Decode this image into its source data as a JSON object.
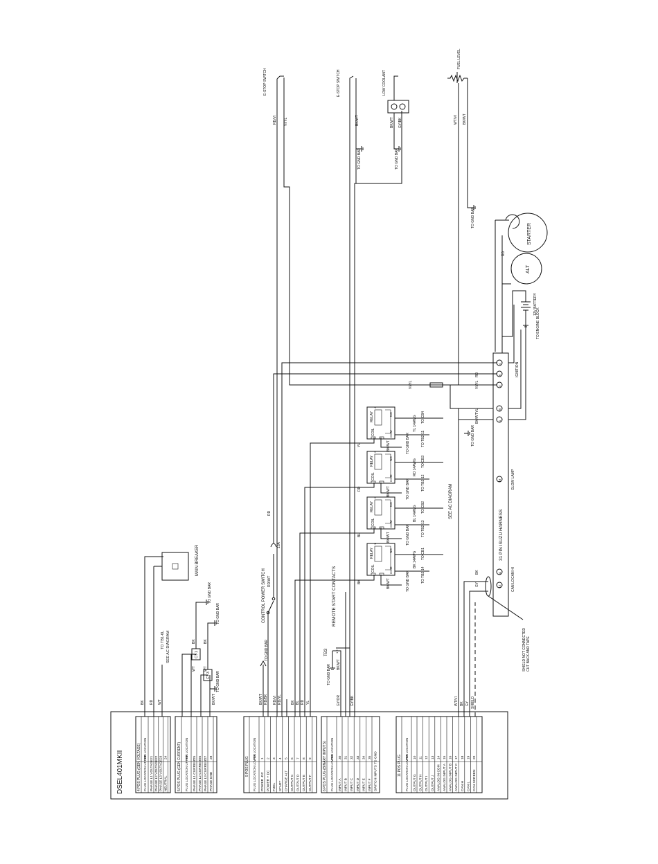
{
  "controller": {
    "title": "DSEL401MKII",
    "plug4": {
      "title": "4 POS PLUG (GEN VOLTAGE)",
      "col_a": "PLUG LOCATION UPPER",
      "col_b": "PIN LOCATION",
      "rows": [
        {
          "label": "PHASE L1 VOLTAGE",
          "pin": "21"
        },
        {
          "label": "PHASE L2 VOLTAGE",
          "pin": "22"
        },
        {
          "label": "PHASE L3 VOLTAGE",
          "pin": "23"
        },
        {
          "label": "NEUTRAL",
          "pin": "24"
        }
      ]
    },
    "plug5": {
      "title": "5 POS PLUG (GEN CURRENT)",
      "col_a": "PLUG LOCATION UPPER",
      "col_b": "PIN LOCATION",
      "rows": [
        {
          "label": "PHASE L1 CURRENT",
          "pin": "25"
        },
        {
          "label": "PHASE L2 CURRENT",
          "pin": "26"
        },
        {
          "label": "PHASE L3 CURRENT",
          "pin": "27"
        },
        {
          "label": "PHASE GND",
          "pin": "28"
        }
      ]
    },
    "plug9": {
      "title": "9 POS PLUG",
      "col_a": "PLUG LOCATION LOWER",
      "col_b": "PIN LOCATION",
      "rows": [
        {
          "label": "POWER -DC",
          "pin": "1"
        },
        {
          "label": "POWER + DC",
          "pin": "2"
        },
        {
          "label": "FUEL",
          "pin": "3"
        },
        {
          "label": "START",
          "pin": "4"
        },
        {
          "label": "CHARGE ALT",
          "pin": "5"
        },
        {
          "label": "OUTPUT C",
          "pin": "6"
        },
        {
          "label": "OUTPUT D",
          "pin": "7"
        },
        {
          "label": "OUTPUT E",
          "pin": "8"
        },
        {
          "label": "OUTPUT F",
          "pin": "9"
        }
      ]
    },
    "plug6": {
      "title": "6 POS PLUG (BINARY INPUTS)",
      "col_a": "PLUG LOCATION LOWER",
      "col_b": "PIN LOCATION",
      "rows": [
        {
          "label": "INPUT A",
          "pin": "30"
        },
        {
          "label": "INPUT B",
          "pin": "31"
        },
        {
          "label": "INPUT C",
          "pin": "32"
        },
        {
          "label": "INPUT D",
          "pin": "33"
        },
        {
          "label": "INPUT E",
          "pin": "34"
        },
        {
          "label": "INPUT F",
          "pin": "35"
        }
      ],
      "note": "SWITCH INPUTS TO GND"
    },
    "plug11": {
      "title": "11 POS PLUG",
      "col_a": "PLUG LOCATION LOWER",
      "col_b": "PIN LOCATION",
      "rows": [
        {
          "label": "OUTPUT G",
          "pin": "10"
        },
        {
          "label": "OUTPUT H",
          "pin": "11"
        },
        {
          "label": "OUTPUT I",
          "pin": "12"
        },
        {
          "label": "OUTPUT J",
          "pin": "13"
        },
        {
          "label": "ANALOG IN COM",
          "pin": "14"
        },
        {
          "label": "ANALOG INPUT A",
          "pin": "15"
        },
        {
          "label": "ANALOG INPUT B",
          "pin": "16"
        },
        {
          "label": "ANALOG INPUT C",
          "pin": "17"
        },
        {
          "label": "CAN H",
          "pin": "18"
        },
        {
          "label": "CAN L",
          "pin": "19"
        },
        {
          "label": "CAN SCREEN",
          "pin": "20"
        }
      ]
    }
  },
  "wire_colors": {
    "v21": "BK",
    "v22": "RD",
    "v23": "WT",
    "c25": "WT",
    "c26": "WT",
    "c28": "BK/WT",
    "p1": "BK/WT",
    "p2": "RD/BK",
    "p3": "RD/VI",
    "p4": "RD/YL",
    "p6": "BK",
    "p7": "BL",
    "p8": "RD",
    "p9": "YL",
    "i30": "GY/OR",
    "i31": "GY/BK",
    "a15": "WT/VI",
    "a16": "BK",
    "a18": "GY",
    "a19": "SHIELD",
    "bkwt": "BK/WT",
    "rdwt": "RD/WT",
    "rd": "RD",
    "bl": "BL",
    "yl": "YL",
    "bk": "BK",
    "rdvi": "RD/VI",
    "viyl": "VI/YL",
    "gybk": "GY/BK",
    "wtvi": "WT/VI",
    "gy": "GY"
  },
  "labels": {
    "to_tb1": "TO TB1-6L",
    "see_ac": "SEE AC DIAGRAM",
    "main_breaker": "MAIN BREAKER",
    "ct1": "CT-1",
    "ct3": "CT-3",
    "to_gnd_bar": "TO GND BAR",
    "control_power_switch": "CONTROL POWER SWITCH",
    "fuse_10a": "10A",
    "remote_start": "REMOTE START CONTACTS",
    "tb3": "TB3",
    "estop1": "E-STOP SWITCH",
    "estop2": "E-STOP SWITCH",
    "low_coolant": "LOW COOLANT",
    "fuel_level": "FUEL LEVEL",
    "starter": "STARTER",
    "alt": "ALT",
    "battery": "12V BATTERY",
    "to_engine_block": "TO ENGINE BLOCK",
    "ignition": "IGNITION",
    "harness": "31 PIN ISUZU HARNESS",
    "glow_lamp": "GLOW LAMP",
    "can_hi": "CAN HI",
    "can_lo": "CAN LO",
    "shield_note1": "SHIELD NOT CONNECTED",
    "shield_note2": "CUT BACK AND TAPE",
    "see_ac_mid": "SEE AC DIAGRAM",
    "relay": "RELAY",
    "coil": "COIL",
    "com": "COM",
    "no": "NO",
    "relay1_to": "TO TB2-14",
    "relay1_cb": "TO CB1",
    "relay1_wire": "BK 14AWG",
    "relay2_to": "TO TB2-13",
    "relay2_cb": "TO CB2",
    "relay2_wire": "BL 14AWG",
    "relay3_to": "TO TB2-12",
    "relay3_cb": "TO CB3",
    "relay3_wire": "RD 14AWG",
    "relay4_to": "TO TB2-11",
    "relay4_cb": "TO CB4",
    "relay4_wire": "YL 14AWG"
  },
  "harness_pins": [
    "4",
    "6",
    "3",
    "20",
    "1",
    "19",
    "11",
    "12"
  ]
}
